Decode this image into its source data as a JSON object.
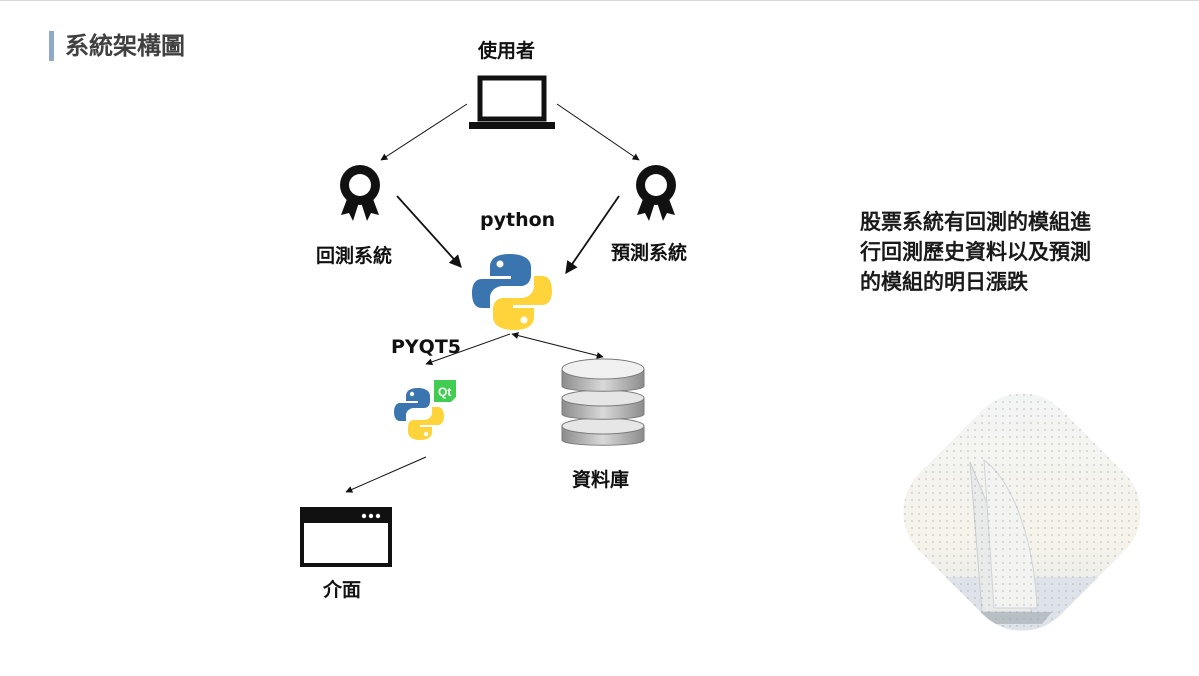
{
  "slide": {
    "title": "系統架構圖",
    "description_lines": [
      "股票系統有回測的模組進",
      "行回測歷史資料以及預測",
      "的模組的明日漲跌"
    ]
  },
  "diagram": {
    "nodes": {
      "user": {
        "label": "使用者",
        "icon": "laptop-icon"
      },
      "backtest": {
        "label": "回測系統",
        "icon": "award-ribbon-icon"
      },
      "predict": {
        "label": "預測系統",
        "icon": "award-ribbon-icon"
      },
      "python": {
        "label": "python",
        "icon": "python-logo-icon"
      },
      "pyqt": {
        "label": "PYQT5",
        "icon": "pyqt-logo-icon"
      },
      "database": {
        "label": "資料庫",
        "icon": "database-icon"
      },
      "interface": {
        "label": "介面",
        "icon": "app-window-icon"
      }
    },
    "edges": [
      {
        "from": "user",
        "to": "backtest"
      },
      {
        "from": "user",
        "to": "predict"
      },
      {
        "from": "backtest",
        "to": "python"
      },
      {
        "from": "predict",
        "to": "python"
      },
      {
        "from": "python",
        "to": "pyqt"
      },
      {
        "from": "python",
        "to": "database",
        "bidirectional": true
      },
      {
        "from": "pyqt",
        "to": "interface"
      }
    ]
  },
  "colors": {
    "title_accent": "#8faac8",
    "python_blue": "#3a75b0",
    "python_yellow": "#ffd43b",
    "qt_green": "#41cd52",
    "database_gray": "#a6a6a6"
  }
}
